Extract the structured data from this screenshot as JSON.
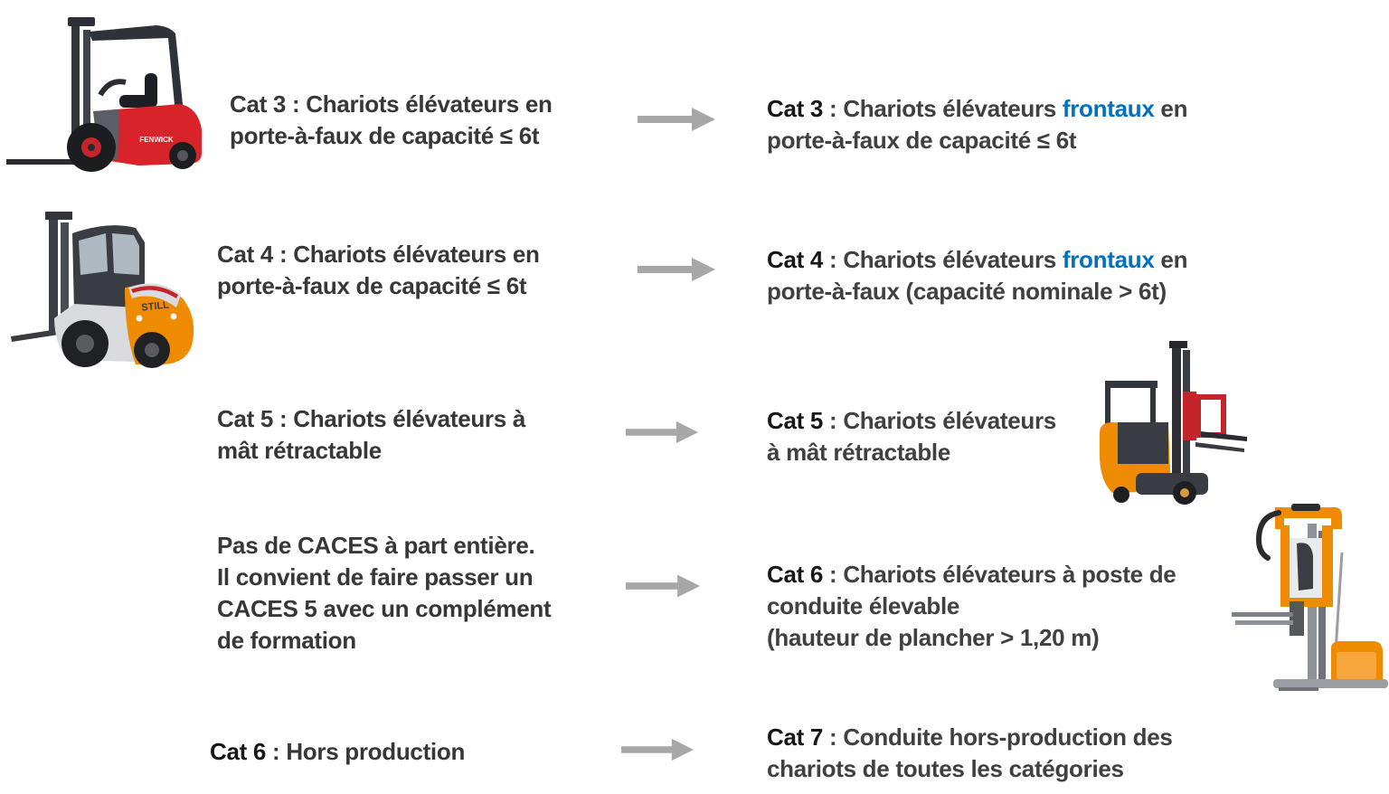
{
  "colors": {
    "highlight_blue": "#0070C0",
    "arrow_gray": "#A7A7A7",
    "old_text": "#373737",
    "new_text": "#404040",
    "category_prefix": "#161616",
    "fenwick_red": "#D8232A",
    "still_orange": "#EF8B00"
  },
  "rows": [
    {
      "old": {
        "lines": [
          "Cat 3 : Chariots élévateurs en",
          "porte-à-faux de capacité ≤ 6t"
        ]
      },
      "arrow": "right-arrow",
      "new": {
        "prefix": "Cat 3",
        "separator": " : ",
        "text_before_highlight": "Chariots élévateurs ",
        "highlight": "frontaux",
        "text_after_highlight": " en",
        "lines_after": [
          "porte-à-faux de capacité ≤ 6t"
        ]
      }
    },
    {
      "old": {
        "lines": [
          "Cat 4 : Chariots élévateurs en",
          "porte-à-faux de capacité ≤ 6t"
        ]
      },
      "arrow": "right-arrow",
      "new": {
        "prefix": "Cat 4",
        "separator": " : ",
        "text_before_highlight": "Chariots élévateurs ",
        "highlight": "frontaux",
        "text_after_highlight": " en",
        "lines_after": [
          "porte-à-faux (capacité nominale > 6t)"
        ]
      }
    },
    {
      "old": {
        "lines": [
          "Cat 5 : Chariots élévateurs à",
          "mât rétractable"
        ]
      },
      "arrow": "right-arrow",
      "new": {
        "prefix": "Cat 5",
        "separator": " : ",
        "text_before_highlight": "Chariots élévateurs",
        "lines_after": [
          "à mât rétractable"
        ]
      }
    },
    {
      "old": {
        "lines": [
          "Pas de CACES à part entière.",
          "Il convient de faire passer un",
          "CACES 5 avec un complément",
          "de formation"
        ]
      },
      "arrow": "right-arrow",
      "new": {
        "prefix": "Cat 6",
        "separator": " : ",
        "text_before_highlight": "Chariots élévateurs à poste de",
        "lines_after": [
          "conduite élevable",
          "(hauteur de plancher > 1,20 m)"
        ]
      }
    },
    {
      "old": {
        "prefix": "Cat 6",
        "separator": " : ",
        "text": "Hors production"
      },
      "arrow": "right-arrow",
      "new": {
        "prefix": "Cat 7",
        "separator": " : ",
        "text_before_highlight": "Conduite hors-production des",
        "lines_after": [
          "chariots de toutes les catégories"
        ]
      }
    }
  ],
  "illustrations": {
    "fenwick": {
      "name": "red-counterbalance-forklift",
      "brand_label": "FENWICK"
    },
    "still": {
      "name": "orange-counterbalance-forklift",
      "brand_label": "STILL"
    },
    "reach": {
      "name": "reach-truck-retractable-mast"
    },
    "picker": {
      "name": "order-picker-elevating-cab"
    }
  }
}
